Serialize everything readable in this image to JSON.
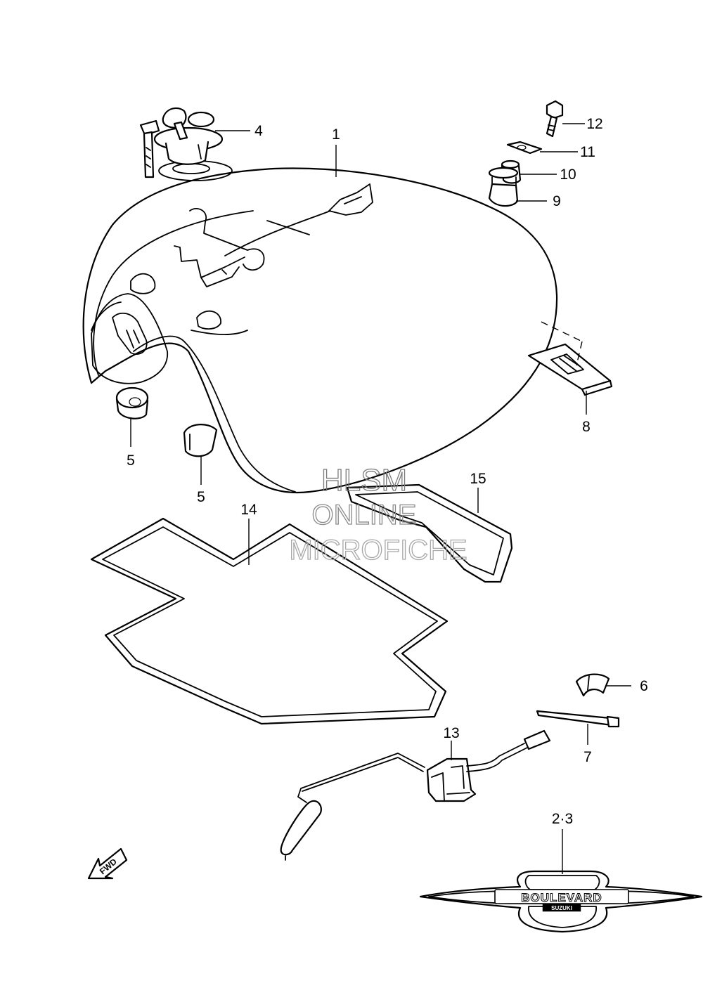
{
  "callouts": {
    "c1": "1",
    "c4": "4",
    "c12": "12",
    "c11": "11",
    "c10": "10",
    "c9": "9",
    "c8": "8",
    "c5a": "5",
    "c5b": "5",
    "c15": "15",
    "c14": "14",
    "c6": "6",
    "c7": "7",
    "c13": "13",
    "c23": "2·3"
  },
  "watermark": {
    "line1": "HLSM",
    "line2": "ONLINE",
    "line3": "MICROFICHE"
  },
  "emblem": {
    "brand": "BOULEVARD",
    "maker": "SUZUKI"
  },
  "fwd_arrow": {
    "label": "FWD"
  }
}
